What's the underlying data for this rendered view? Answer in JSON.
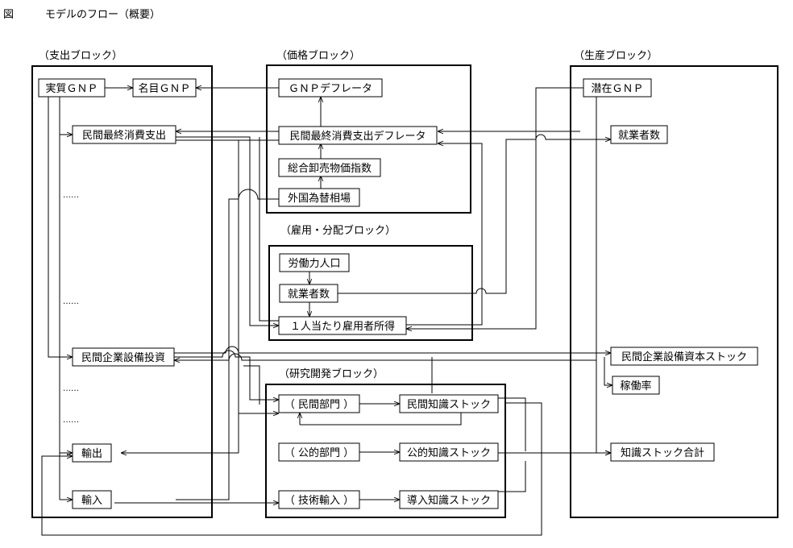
{
  "figure": {
    "label": "図",
    "title": "モデルのフロー（概要）"
  },
  "blocks": {
    "spending": "（支出ブロック）",
    "price": "（価格ブロック）",
    "employment": "（雇用・分配ブロック）",
    "rnd": "（研究開発ブロック）",
    "production": "（生産ブロック）"
  },
  "nodes": {
    "real_gnp": "実質ＧＮＰ",
    "nominal_gnp": "名目ＧＮＰ",
    "private_consumption": "民間最終消費支出",
    "private_investment": "民間企業設備投資",
    "exports": "輸出",
    "imports": "輸入",
    "gnp_deflator": "ＧＮＰデフレータ",
    "consumption_deflator": "民間最終消費支出デフレータ",
    "wholesale_price": "総合卸売物価指数",
    "exchange_rate": "外国為替相場",
    "labor_force": "労働力人口",
    "employed_emp": "就業者数",
    "income_per_employee": "１人当たり雇用者所得",
    "private_sector": "（ 民間部門 ）",
    "public_sector": "（ 公的部門 ）",
    "tech_import": "（ 技術輸入 ）",
    "private_knowledge": "民間知識ストック",
    "public_knowledge": "公的知識ストック",
    "imported_knowledge": "導入知識ストック",
    "potential_gnp": "潜在ＧＮＰ",
    "employed_prod": "就業者数",
    "capital_stock": "民間企業設備資本ストック",
    "utilization": "稼働率",
    "knowledge_total": "知識ストック合計"
  },
  "ellipses": [
    "……",
    "……",
    "……",
    "……"
  ],
  "chart_data": {
    "type": "diagram",
    "edges": [
      [
        "real_gnp",
        "nominal_gnp"
      ],
      [
        "gnp_deflator",
        "nominal_gnp"
      ],
      [
        "consumption_deflator",
        "gnp_deflator"
      ],
      [
        "wholesale_price",
        "consumption_deflator"
      ],
      [
        "exchange_rate",
        "wholesale_price"
      ],
      [
        "real_gnp",
        "private_consumption"
      ],
      [
        "consumption_deflator",
        "private_consumption"
      ],
      [
        "real_gnp",
        "private_investment"
      ],
      [
        "real_gnp",
        "exports"
      ],
      [
        "real_gnp",
        "imports"
      ],
      [
        "labor_force",
        "employed_emp"
      ],
      [
        "employed_emp",
        "income_per_employee"
      ],
      [
        "private_consumption",
        "income_per_employee"
      ],
      [
        "potential_gnp",
        "income_per_employee"
      ],
      [
        "income_per_employee",
        "consumption_deflator"
      ],
      [
        "employed_emp",
        "employed_prod"
      ],
      [
        "consumption_deflator",
        "private_consumption"
      ],
      [
        "private_investment",
        "capital_stock"
      ],
      [
        "capital_stock",
        "private_investment"
      ],
      [
        "private_sector",
        "private_knowledge"
      ],
      [
        "public_sector",
        "public_knowledge"
      ],
      [
        "tech_import",
        "imported_knowledge"
      ],
      [
        "private_knowledge",
        "private_sector"
      ],
      [
        "private_investment",
        "private_sector"
      ],
      [
        "imports",
        "tech_import"
      ],
      [
        "public_knowledge",
        "knowledge_total"
      ],
      [
        "private_knowledge",
        "knowledge_total"
      ],
      [
        "imported_knowledge",
        "knowledge_total"
      ],
      [
        "knowledge_total",
        "exports"
      ],
      [
        "imports",
        "exchange_rate"
      ],
      [
        "employed_prod",
        "potential_gnp"
      ],
      [
        "capital_stock",
        "potential_gnp"
      ],
      [
        "utilization",
        "capital_stock"
      ]
    ]
  }
}
